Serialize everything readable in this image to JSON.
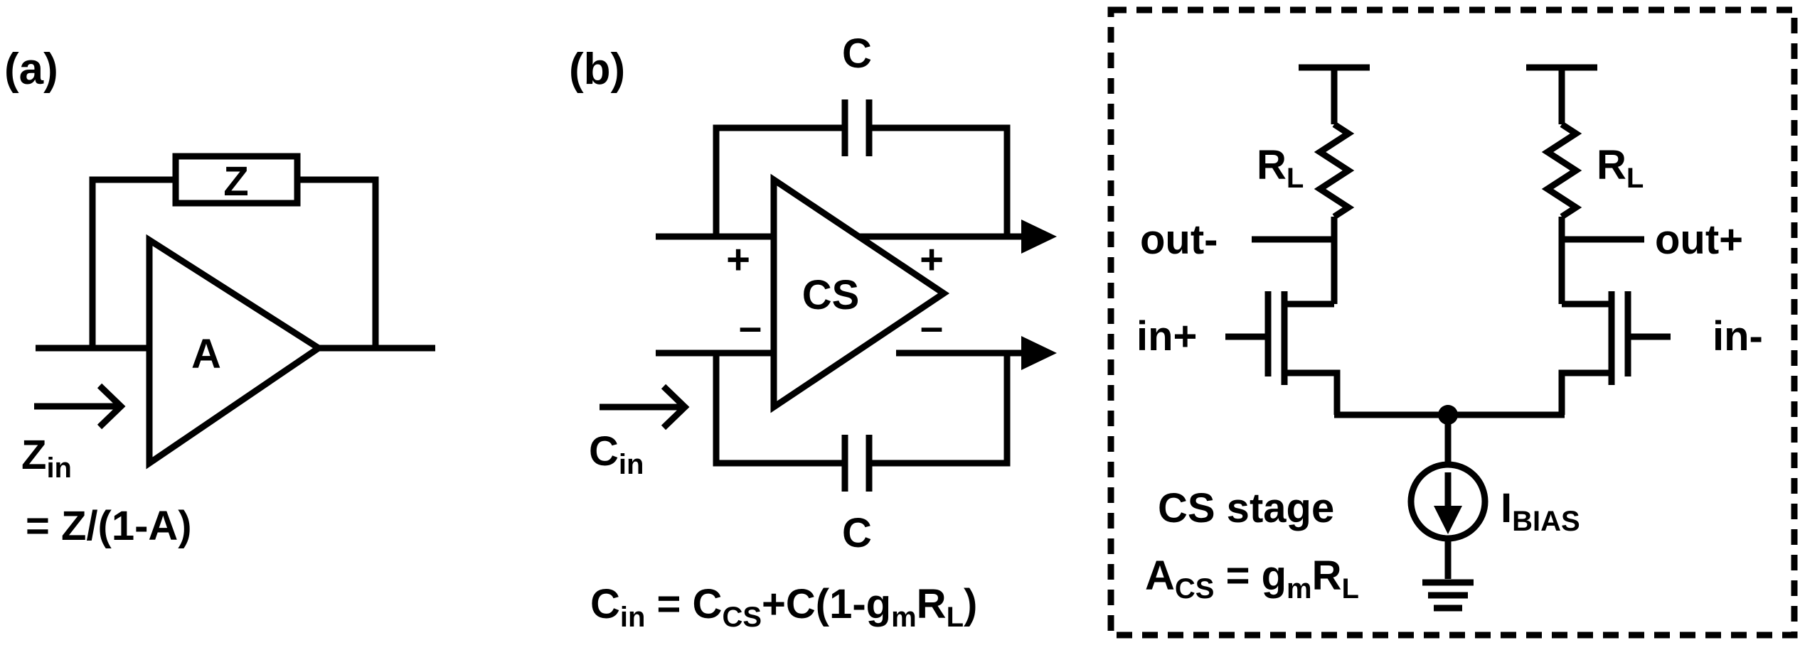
{
  "panel_a": {
    "label": "(a)",
    "impedance": "Z",
    "amplifier": "A",
    "zin_main": "Z",
    "zin_sub": "in",
    "equation": "= Z/(1-A)"
  },
  "panel_b": {
    "label": "(b)",
    "cap_top": "C",
    "cap_bottom": "C",
    "amplifier": "CS",
    "in_plus": "+",
    "in_minus": "–",
    "out_plus": "+",
    "out_minus": "–",
    "cin_main": "C",
    "cin_sub": "in",
    "equation": {
      "c": "C",
      "in": "in",
      "eq": " = C",
      "cs": "CS",
      "mid": "+C(1-g",
      "m": "m",
      "r": "R",
      "l": "L",
      "close": ")"
    }
  },
  "cs_stage": {
    "rl_left_main": "R",
    "rl_left_sub": "L",
    "rl_right_main": "R",
    "rl_right_sub": "L",
    "out_minus": "out-",
    "out_plus": "out+",
    "in_plus": "in+",
    "in_minus": "in-",
    "ibias_main": "I",
    "ibias_sub": "BIAS",
    "title": "CS stage",
    "gain": {
      "a": "A",
      "cs": "CS",
      "eq": " = g",
      "m": "m",
      "r": "R",
      "l": "L"
    }
  }
}
